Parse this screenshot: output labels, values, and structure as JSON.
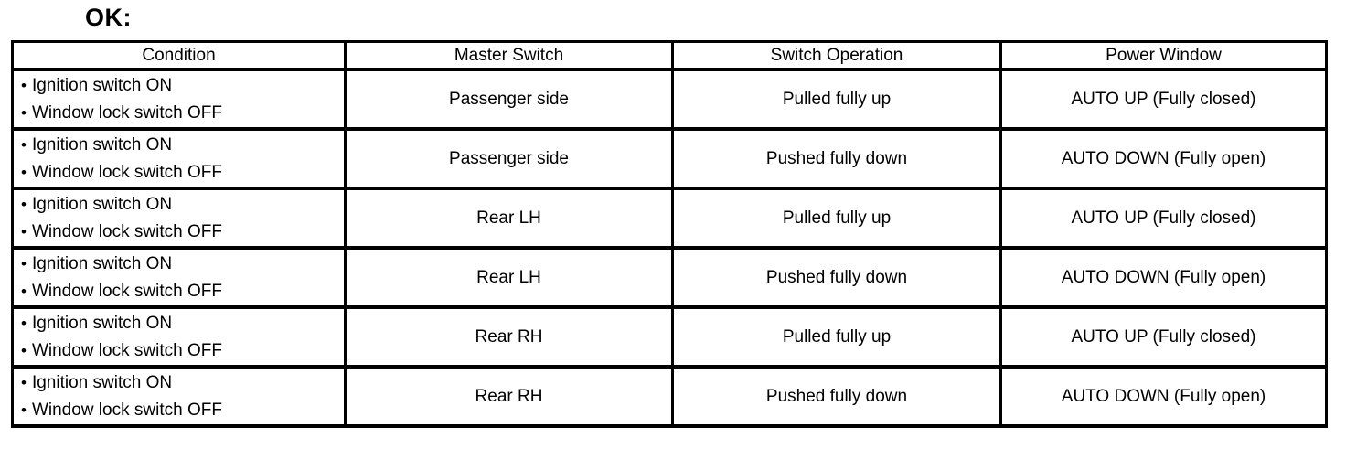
{
  "page": {
    "heading": "OK:"
  },
  "table": {
    "bullet": "•",
    "headers": {
      "condition": "Condition",
      "master_switch": "Master Switch",
      "switch_operation": "Switch Operation",
      "power_window": "Power Window"
    },
    "rows": [
      {
        "conditions": [
          "Ignition switch ON",
          "Window lock switch OFF"
        ],
        "master_switch": "Passenger side",
        "switch_operation": "Pulled fully up",
        "power_window": "AUTO UP (Fully closed)"
      },
      {
        "conditions": [
          "Ignition switch ON",
          "Window lock switch OFF"
        ],
        "master_switch": "Passenger side",
        "switch_operation": "Pushed fully down",
        "power_window": "AUTO DOWN (Fully open)"
      },
      {
        "conditions": [
          "Ignition switch ON",
          "Window lock switch OFF"
        ],
        "master_switch": "Rear LH",
        "switch_operation": "Pulled fully up",
        "power_window": "AUTO UP (Fully closed)"
      },
      {
        "conditions": [
          "Ignition switch ON",
          "Window lock switch OFF"
        ],
        "master_switch": "Rear LH",
        "switch_operation": "Pushed fully down",
        "power_window": "AUTO DOWN (Fully open)"
      },
      {
        "conditions": [
          "Ignition switch ON",
          "Window lock switch OFF"
        ],
        "master_switch": "Rear RH",
        "switch_operation": "Pulled fully up",
        "power_window": "AUTO UP (Fully closed)"
      },
      {
        "conditions": [
          "Ignition switch ON",
          "Window lock switch OFF"
        ],
        "master_switch": "Rear RH",
        "switch_operation": "Pushed fully down",
        "power_window": "AUTO DOWN (Fully open)"
      }
    ],
    "colors": {
      "border": "#000000",
      "text": "#000000",
      "background": "#ffffff"
    }
  }
}
